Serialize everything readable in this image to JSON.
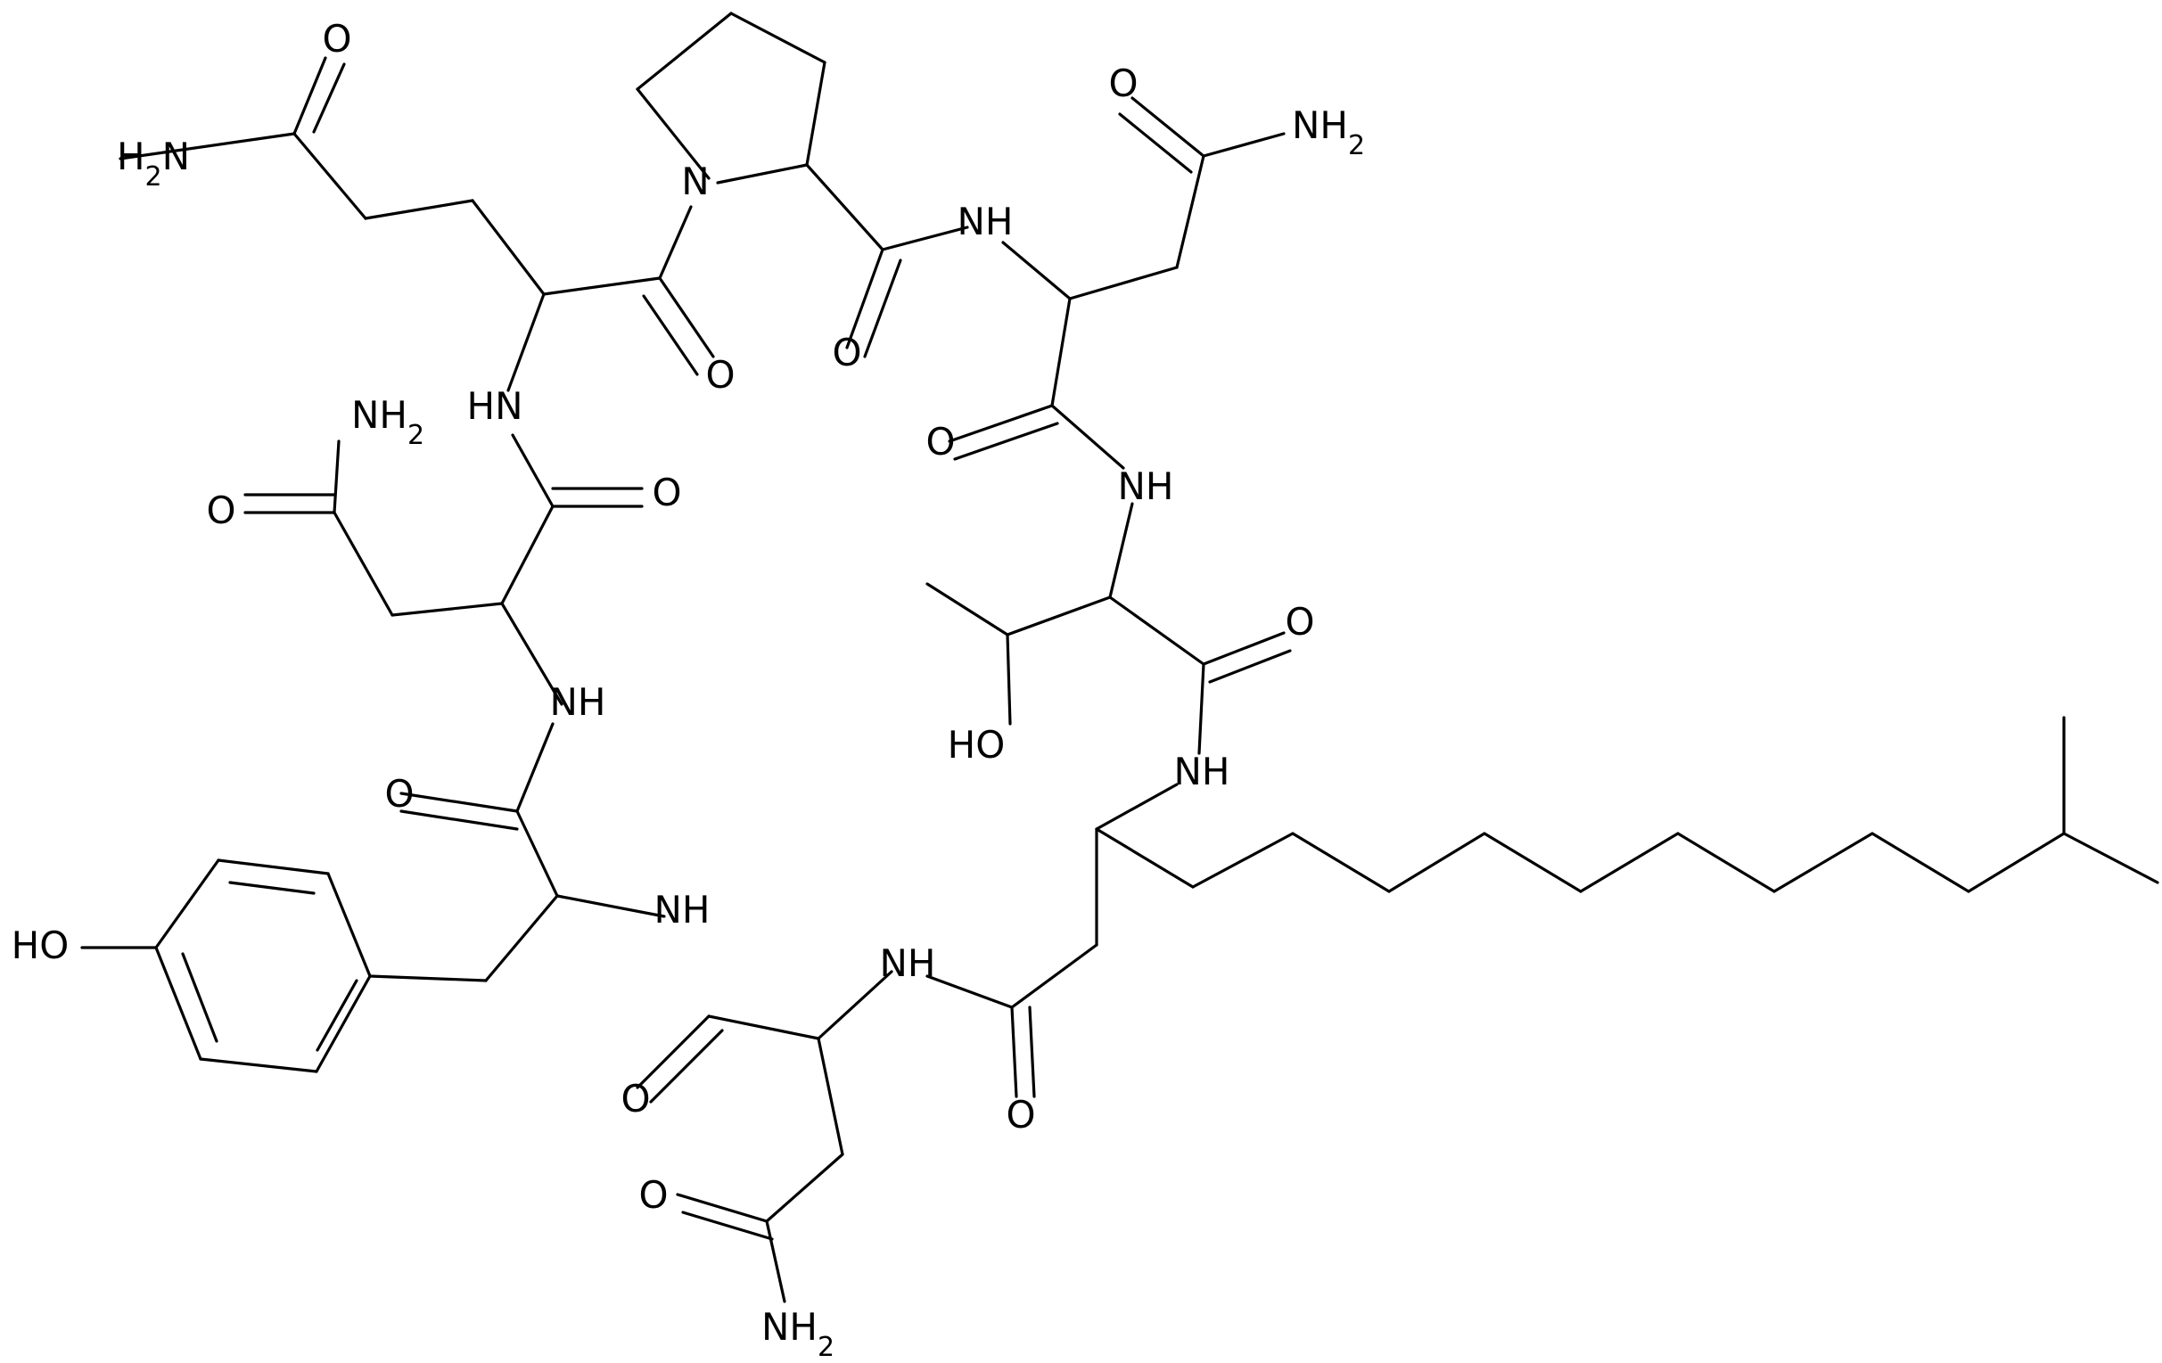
{
  "colors": {
    "bond": "#000000",
    "label": "#000000",
    "background": "#ffffff"
  },
  "atoms": {
    "o_gln_side": "O",
    "nh2_gln_side": "H2N",
    "n_pro": "N",
    "o_gln_co": "O",
    "o_pro_co": "O",
    "nh_gln": "HN",
    "nh2_asn_top": "NH2",
    "o_asn_top_side": "O",
    "nh_asn_top": "NH",
    "o_asn_top_co": "O",
    "nh2_asn_left": "NH2",
    "o_asn_left_side": "O",
    "o_asn_left_co": "O",
    "nh_thr": "NH",
    "nh_asn_left": "NH",
    "o_thr_co": "O",
    "ho_thr": "HO",
    "nh_fatty": "NH",
    "o_tyr_co": "O",
    "ho_tyr": "HO",
    "nh_tyr": "NH",
    "nh_asn_bottom": "NH",
    "o_asn_bottom_co": "O",
    "o_fatty_co": "O",
    "o_asn_bottom_side": "O",
    "nh2_asn_bottom": "NH2"
  }
}
